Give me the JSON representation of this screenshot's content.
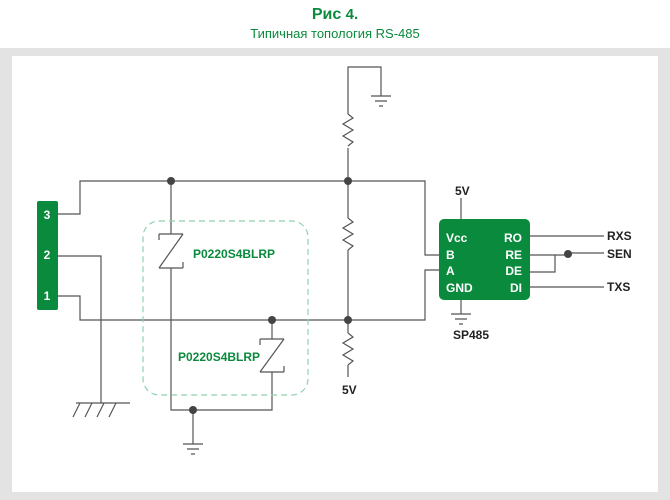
{
  "figure": {
    "title_prefix": "Рис",
    "title_number": "4.",
    "subtitle": "Типичная топология RS-485"
  },
  "connector": {
    "pins": [
      "3",
      "2",
      "1"
    ]
  },
  "tvs": {
    "top_label": "P0220S4BLRP",
    "bottom_label": "P0220S4BLRP"
  },
  "ic": {
    "name": "SP485",
    "supply_label": "5V",
    "left_pins": [
      "Vcc",
      "B",
      "A",
      "GND"
    ],
    "right_pins": [
      "RO",
      "RE",
      "DE",
      "DI"
    ]
  },
  "bias_supply_label": "5V",
  "signals": {
    "rxs": "RXS",
    "sen": "SEN",
    "txs": "TXS"
  },
  "colors": {
    "brand_green": "#0a8a3c",
    "ic_fill": "#0a8a3c",
    "wire": "#555555",
    "frame": "#e3e3e3"
  }
}
